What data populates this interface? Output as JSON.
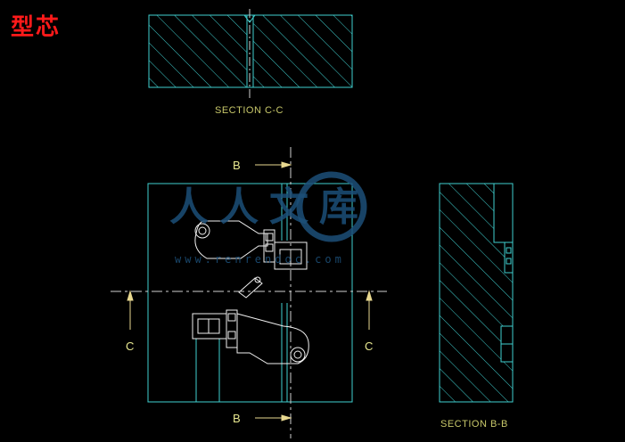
{
  "title": "型芯",
  "section_cc": "SECTION C-C",
  "section_bb": "SECTION B-B",
  "cut_b_top": "B",
  "cut_b_bottom": "B",
  "cut_c_left": "C",
  "cut_c_right": "C",
  "watermark": {
    "text": "人人文库",
    "url": "www.renrendoc.com"
  },
  "colors": {
    "outline": "#40d0d0",
    "part": "#f0f0f0",
    "centerline": "#d0d0d0",
    "arrow": "#e8d890",
    "title": "#ff1a1a",
    "watermark": "#1c4f78"
  }
}
